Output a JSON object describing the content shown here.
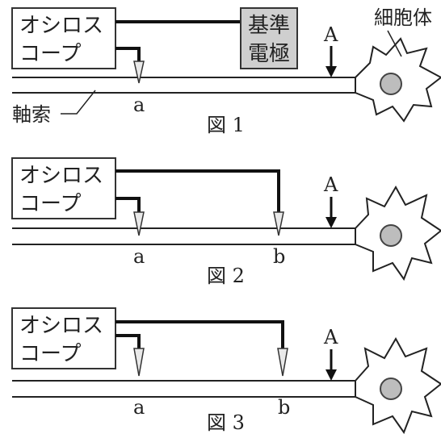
{
  "oscilloscope_label_line1": "オシロス",
  "oscilloscope_label_line2": "コープ",
  "reference_electrode_line1": "基準",
  "reference_electrode_line2": "電極",
  "cell_body_label": "細胞体",
  "axon_label": "軸索",
  "stimulus_label": "A",
  "electrode_a": "a",
  "electrode_b": "b",
  "figures": [
    {
      "caption": "図 1"
    },
    {
      "caption": "図 2"
    },
    {
      "caption": "図 3"
    }
  ]
}
